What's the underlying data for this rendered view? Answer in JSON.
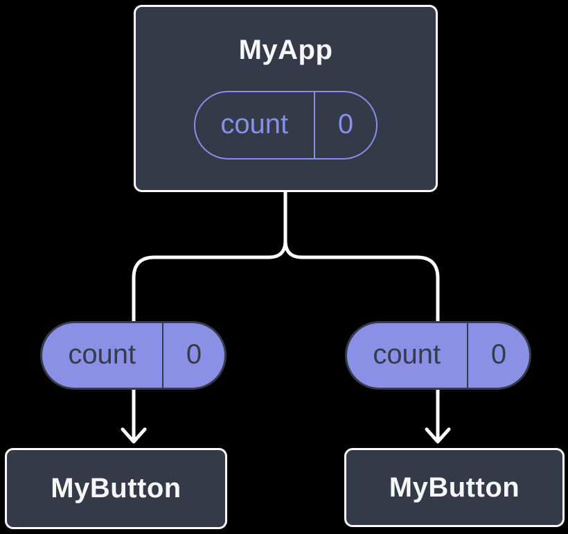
{
  "diagram": {
    "description": "Component tree passing state down as props",
    "colors": {
      "background": "#000000",
      "box_fill": "#343a47",
      "box_border": "#ffffff",
      "box_text": "#f6f7f9",
      "pill_fill": "#8a90e6",
      "pill_outline": "#8790e8",
      "pill_dark": "#353b48",
      "connector": "#ffffff"
    },
    "root": {
      "title": "MyApp",
      "state": {
        "name": "count",
        "value": "0"
      }
    },
    "props": [
      {
        "name": "count",
        "value": "0"
      },
      {
        "name": "count",
        "value": "0"
      }
    ],
    "children": [
      {
        "title": "MyButton"
      },
      {
        "title": "MyButton"
      }
    ]
  }
}
